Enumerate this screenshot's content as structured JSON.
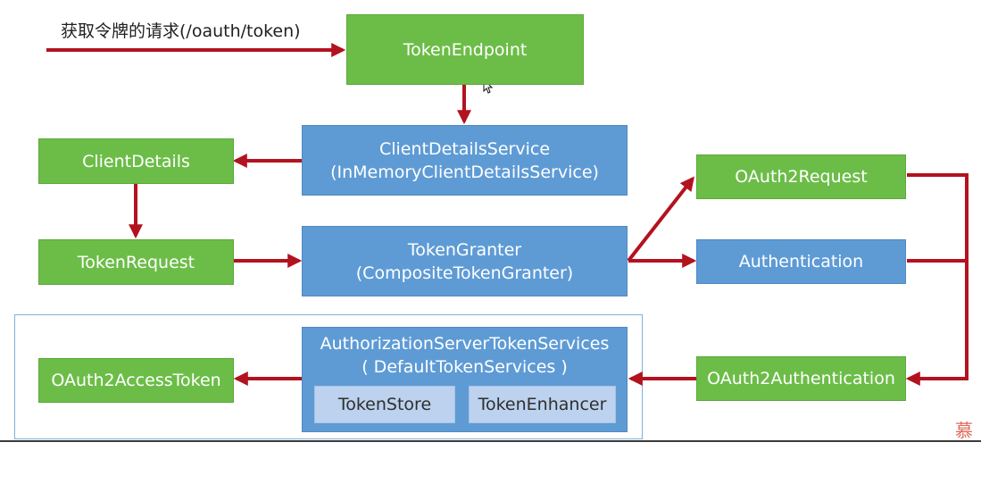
{
  "request_label": "获取令牌的请求(/oauth/token)",
  "colors": {
    "green_box": "#6cbd48",
    "blue_box": "#5e9bd5",
    "inner_box": "#bcd2ee",
    "arrow": "#b3121f",
    "frame": "#7fb0d8"
  },
  "nodes": {
    "token_endpoint": "TokenEndpoint",
    "client_details_service": {
      "line1": "ClientDetailsService",
      "line2": "(InMemoryClientDetailsService)"
    },
    "client_details": "ClientDetails",
    "token_request": "TokenRequest",
    "token_granter": {
      "line1": "TokenGranter",
      "line2": "(CompositeTokenGranter)"
    },
    "oauth2_request": "OAuth2Request",
    "authentication": "Authentication",
    "oauth2_authentication": "OAuth2Authentication",
    "token_services": {
      "line1": "AuthorizationServerTokenServices",
      "line2": "( DefaultTokenServices )",
      "token_store": "TokenStore",
      "token_enhancer": "TokenEnhancer"
    },
    "oauth2_access_token": "OAuth2AccessToken"
  },
  "watermark_glyph": "慕"
}
